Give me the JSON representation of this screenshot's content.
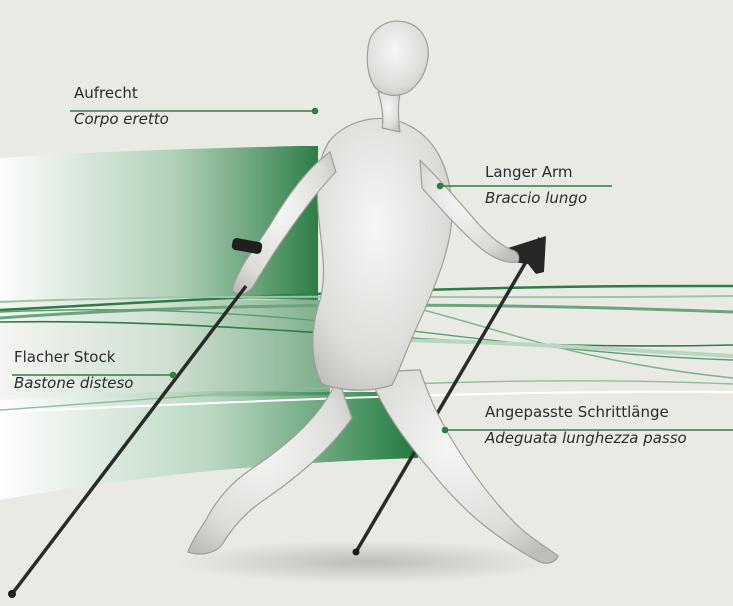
{
  "labels": {
    "upright": {
      "de": "Aufrecht",
      "it": "Corpo eretto"
    },
    "long_arm": {
      "de": "Langer Arm",
      "it": "Braccio lungo"
    },
    "flat_pole": {
      "de": "Flacher Stock",
      "it": "Bastone disteso"
    },
    "stride": {
      "de": "Angepasste Schrittlänge",
      "it": "Adeguata lunghezza passo"
    }
  },
  "colors": {
    "background": "#e9eae4",
    "accent_green": "#2e7d46",
    "figure": "#e4e4e2",
    "pole": "#2a2a2a"
  }
}
